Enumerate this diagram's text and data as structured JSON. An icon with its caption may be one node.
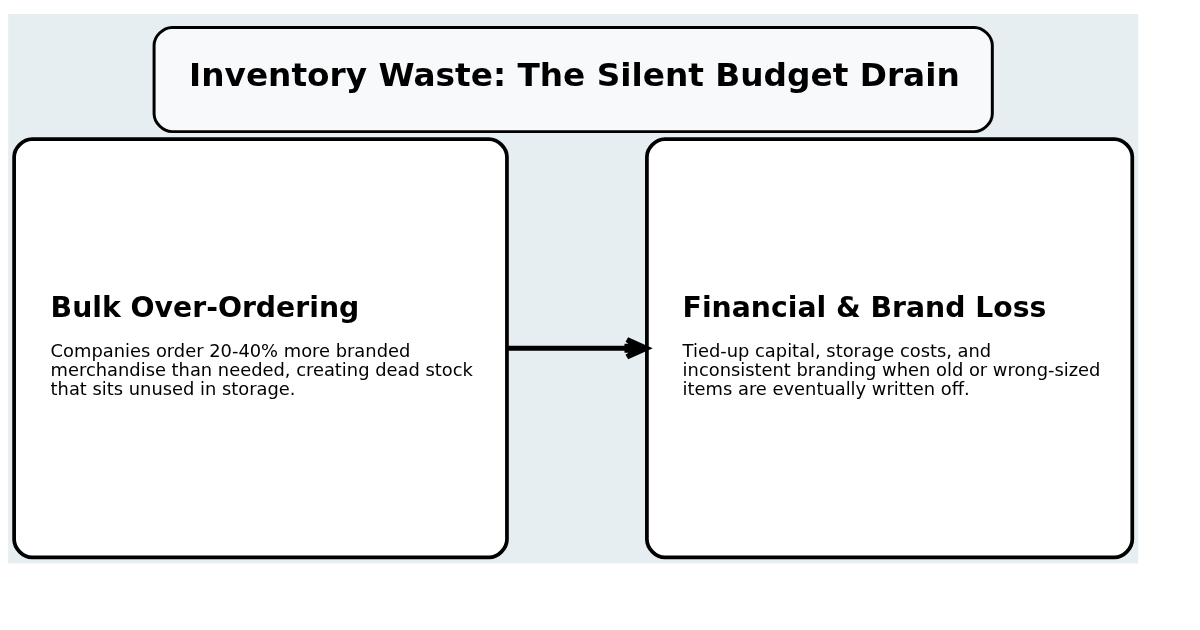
{
  "diagram": {
    "title": "Inventory Waste: The Silent Budget Drain",
    "nodes": [
      {
        "text": [
          "Bulk Over-Ordering",
          "Companies order 20-40% more branded merchandise than needed, creating dead stock that sits unused in storage."
        ]
      },
      {
        "text": [
          "Financial & Brand Loss",
          "Tied-up capital, storage costs, and inconsistent branding when old or wrong-sized items are eventually written off."
        ]
      }
    ],
    "edges": [
      {
        "from": 0,
        "to": 1,
        "arrow": "to"
      }
    ]
  }
}
